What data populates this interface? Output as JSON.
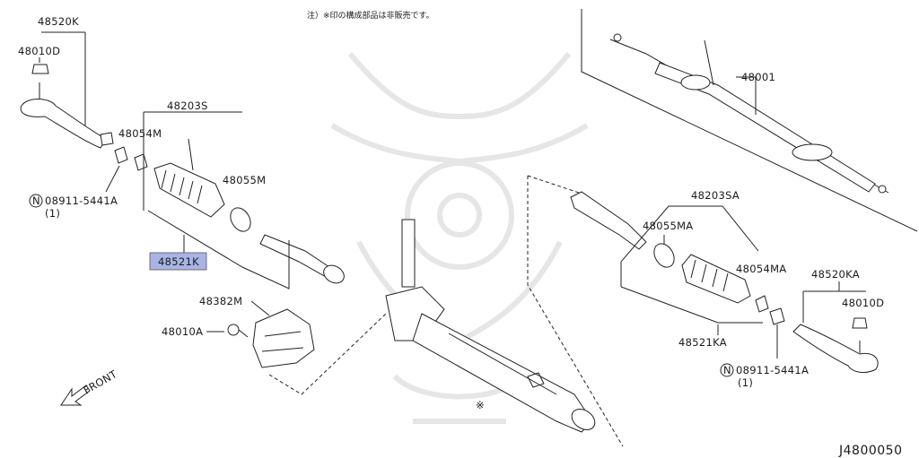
{
  "note": "注）※印の構成部品は非販売です。",
  "diagram_code": "J4800050",
  "front_label": "FRONT",
  "highlight_color": "#a9b4e6",
  "asterisk_mark": "※",
  "parts": {
    "p48520K": "48520K",
    "p48010D_left": "48010D",
    "p48203S": "48203S",
    "p48054M": "48054M",
    "p48055M": "48055M",
    "p08911_left": "08911-5441A",
    "p08911_left_qty": "(1)",
    "p48521K": "48521K",
    "p48382M": "48382M",
    "p48010A": "48010A",
    "p48001": "48001",
    "p48203SA": "48203SA",
    "p48055MA": "48055MA",
    "p48054MA": "48054MA",
    "p48520KA": "48520KA",
    "p48010D_right": "48010D",
    "p48521KA": "48521KA",
    "p08911_right": "08911-5441A",
    "p08911_right_qty": "(1)"
  }
}
